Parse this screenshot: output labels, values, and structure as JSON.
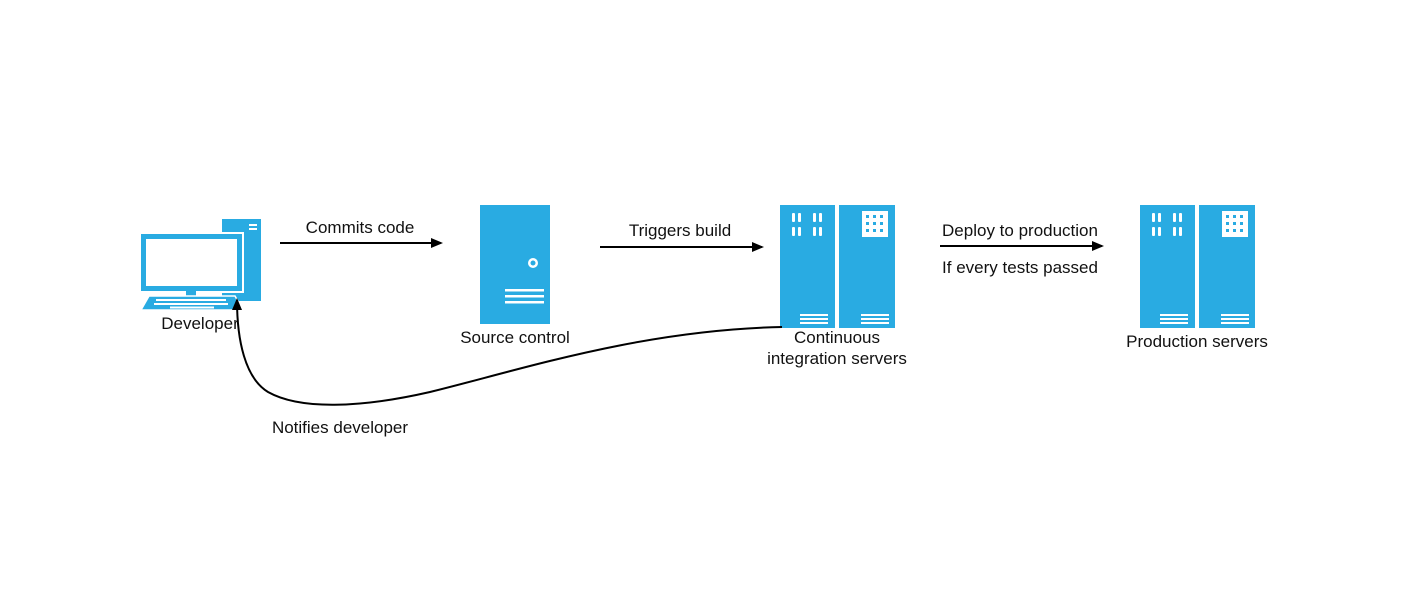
{
  "colors": {
    "accent": "#29abe2",
    "line": "#000000",
    "text": "#111111",
    "background": "#ffffff"
  },
  "nodes": {
    "developer": {
      "label": "Developer",
      "icon": "desktop-computer-icon"
    },
    "source_control": {
      "label": "Source control",
      "icon": "server-tower-icon"
    },
    "ci_servers": {
      "label_line1": "Continuous",
      "label_line2": "integration servers",
      "icon": "server-rack-icon"
    },
    "production_servers": {
      "label": "Production servers",
      "icon": "server-rack-icon"
    }
  },
  "edges": {
    "commits": {
      "label": "Commits code"
    },
    "triggers": {
      "label": "Triggers build"
    },
    "deploy": {
      "label_line1": "Deploy to production",
      "label_line2": "If every tests passed"
    },
    "notifies": {
      "label": "Notifies developer"
    }
  }
}
